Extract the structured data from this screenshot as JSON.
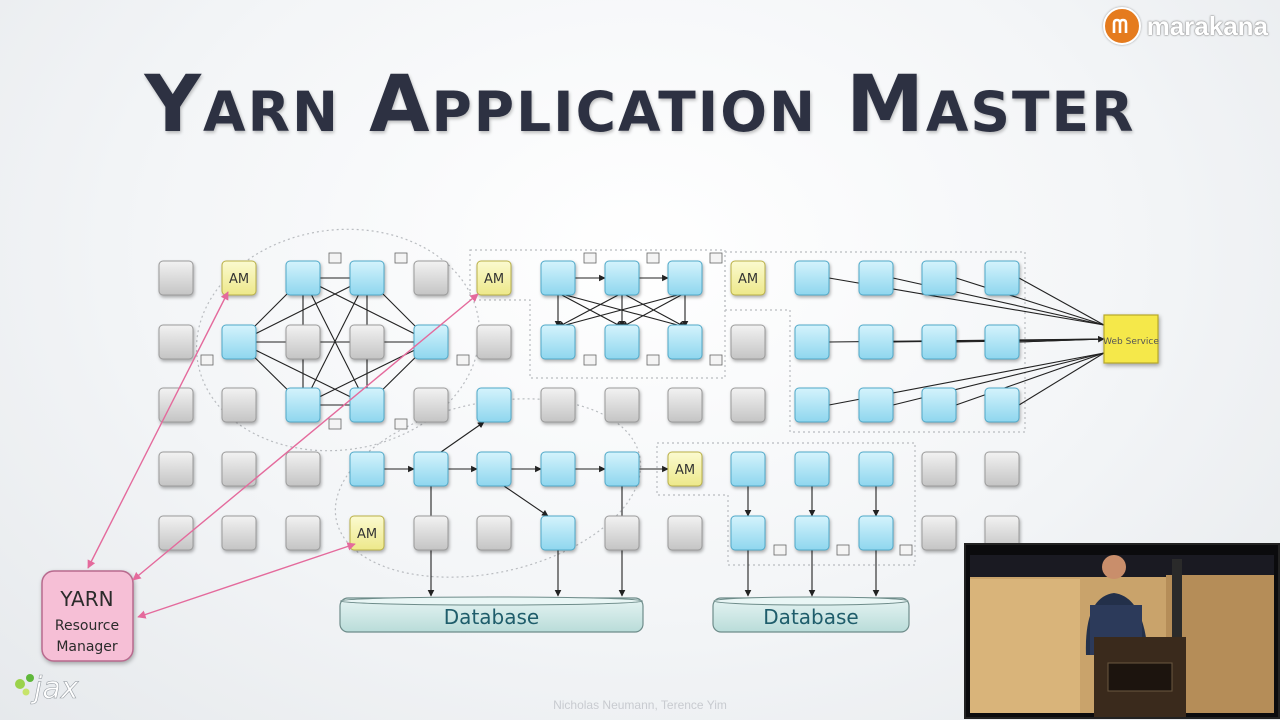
{
  "slide": {
    "title": "Yarn Application Master"
  },
  "diagram": {
    "am_label": "AM",
    "web_service_label": "Web Service",
    "resource_manager": {
      "line1": "YARN",
      "line2": "Resource",
      "line3": "Manager"
    },
    "database_left_label": "Database",
    "database_right_label": "Database"
  },
  "branding": {
    "logo_text": "marakana",
    "logo_color": "#e57b1e",
    "conference_mark": "jax"
  },
  "colors": {
    "node_gray": "#d6d6d6",
    "node_blue": "#a9e3f5",
    "am_yellow": "#f7f4a0",
    "web_yellow": "#f5e84a",
    "rm_pink": "#f6bfd6",
    "db_teal": "#cfe8e6",
    "link_pink": "#e46a9c"
  }
}
